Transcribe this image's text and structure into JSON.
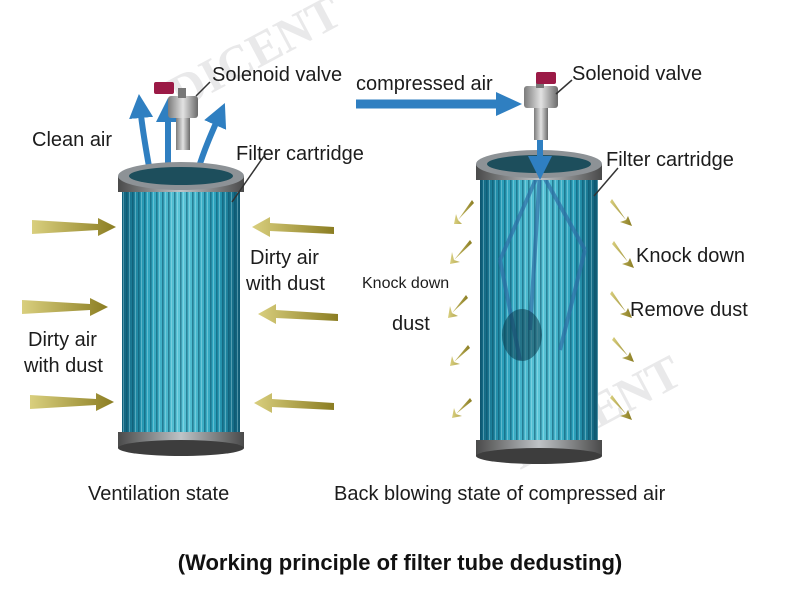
{
  "watermark": "DICENT",
  "left_panel": {
    "solenoid_valve": "Solenoid valve",
    "clean_air": "Clean air",
    "filter_cartridge": "Filter cartridge",
    "dirty_air_right_l1": "Dirty air",
    "dirty_air_right_l2": "with dust",
    "dirty_air_left_l1": "Dirty air",
    "dirty_air_left_l2": "with dust",
    "state": "Ventilation state"
  },
  "right_panel": {
    "compressed_air": "compressed air",
    "solenoid_valve": "Solenoid valve",
    "filter_cartridge": "Filter cartridge",
    "knock_down_left_l1": "Knock down",
    "knock_down_left_l2": "dust",
    "knock_down_right": "Knock down",
    "remove_dust": "Remove dust",
    "state": "Back blowing state of compressed air"
  },
  "caption": "(Working principle of filter tube dedusting)",
  "colors": {
    "cartridge_blue": "#2fa6bf",
    "cartridge_dark": "#0f5f7a",
    "air_arrow_blue": "#2f7fc1",
    "dust_arrow": "#b5a63d",
    "valve_handle": "#9b1a46"
  }
}
